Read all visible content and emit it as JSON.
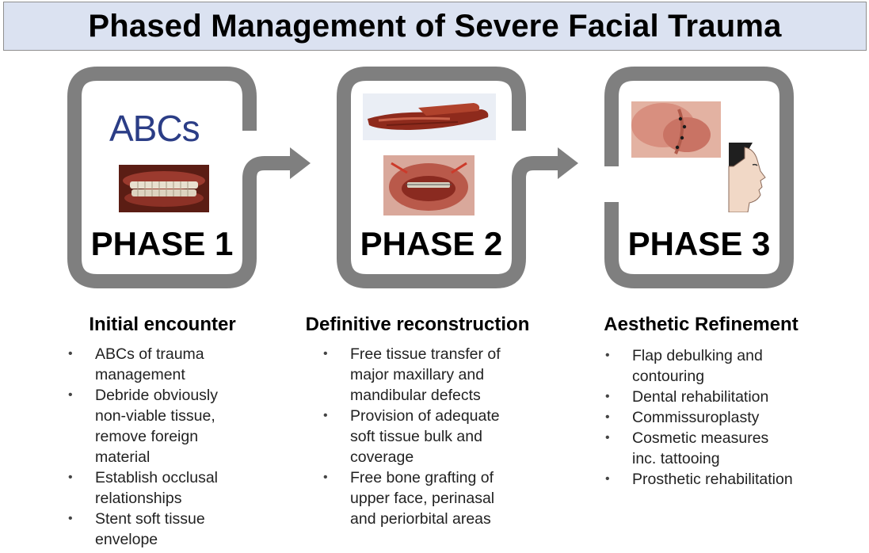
{
  "title": "Phased Management of Severe Facial Trauma",
  "phases": [
    {
      "label": "PHASE 1",
      "logo_text": "ABCs",
      "heading": "Initial encounter",
      "bullets": [
        "ABCs of trauma management",
        "Debride obviously non-viable tissue, remove foreign material",
        "Establish occlusal relationships",
        "Stent soft tissue envelope"
      ]
    },
    {
      "label": "PHASE 2",
      "heading": "Definitive reconstruction",
      "bullets": [
        "Free tissue transfer of major maxillary and mandibular defects",
        "Provision of adequate soft tissue bulk and coverage",
        "Free bone grafting of upper face, perinasal and periorbital areas"
      ]
    },
    {
      "label": "PHASE 3",
      "heading": "Aesthetic Refinement",
      "bullets": [
        "Flap debulking and contouring",
        "Dental rehabilitation",
        "Commissuroplasty",
        "Cosmetic measures inc. tattooing",
        "Prosthetic rehabilitation"
      ]
    }
  ],
  "colors": {
    "frame": "#7f7f7f",
    "title_bg": "#dbe2f1",
    "logo": "#2b3d86"
  },
  "icons": {
    "arrow_1_2": "arrow-right-icon",
    "arrow_2_3": "arrow-right-icon"
  }
}
